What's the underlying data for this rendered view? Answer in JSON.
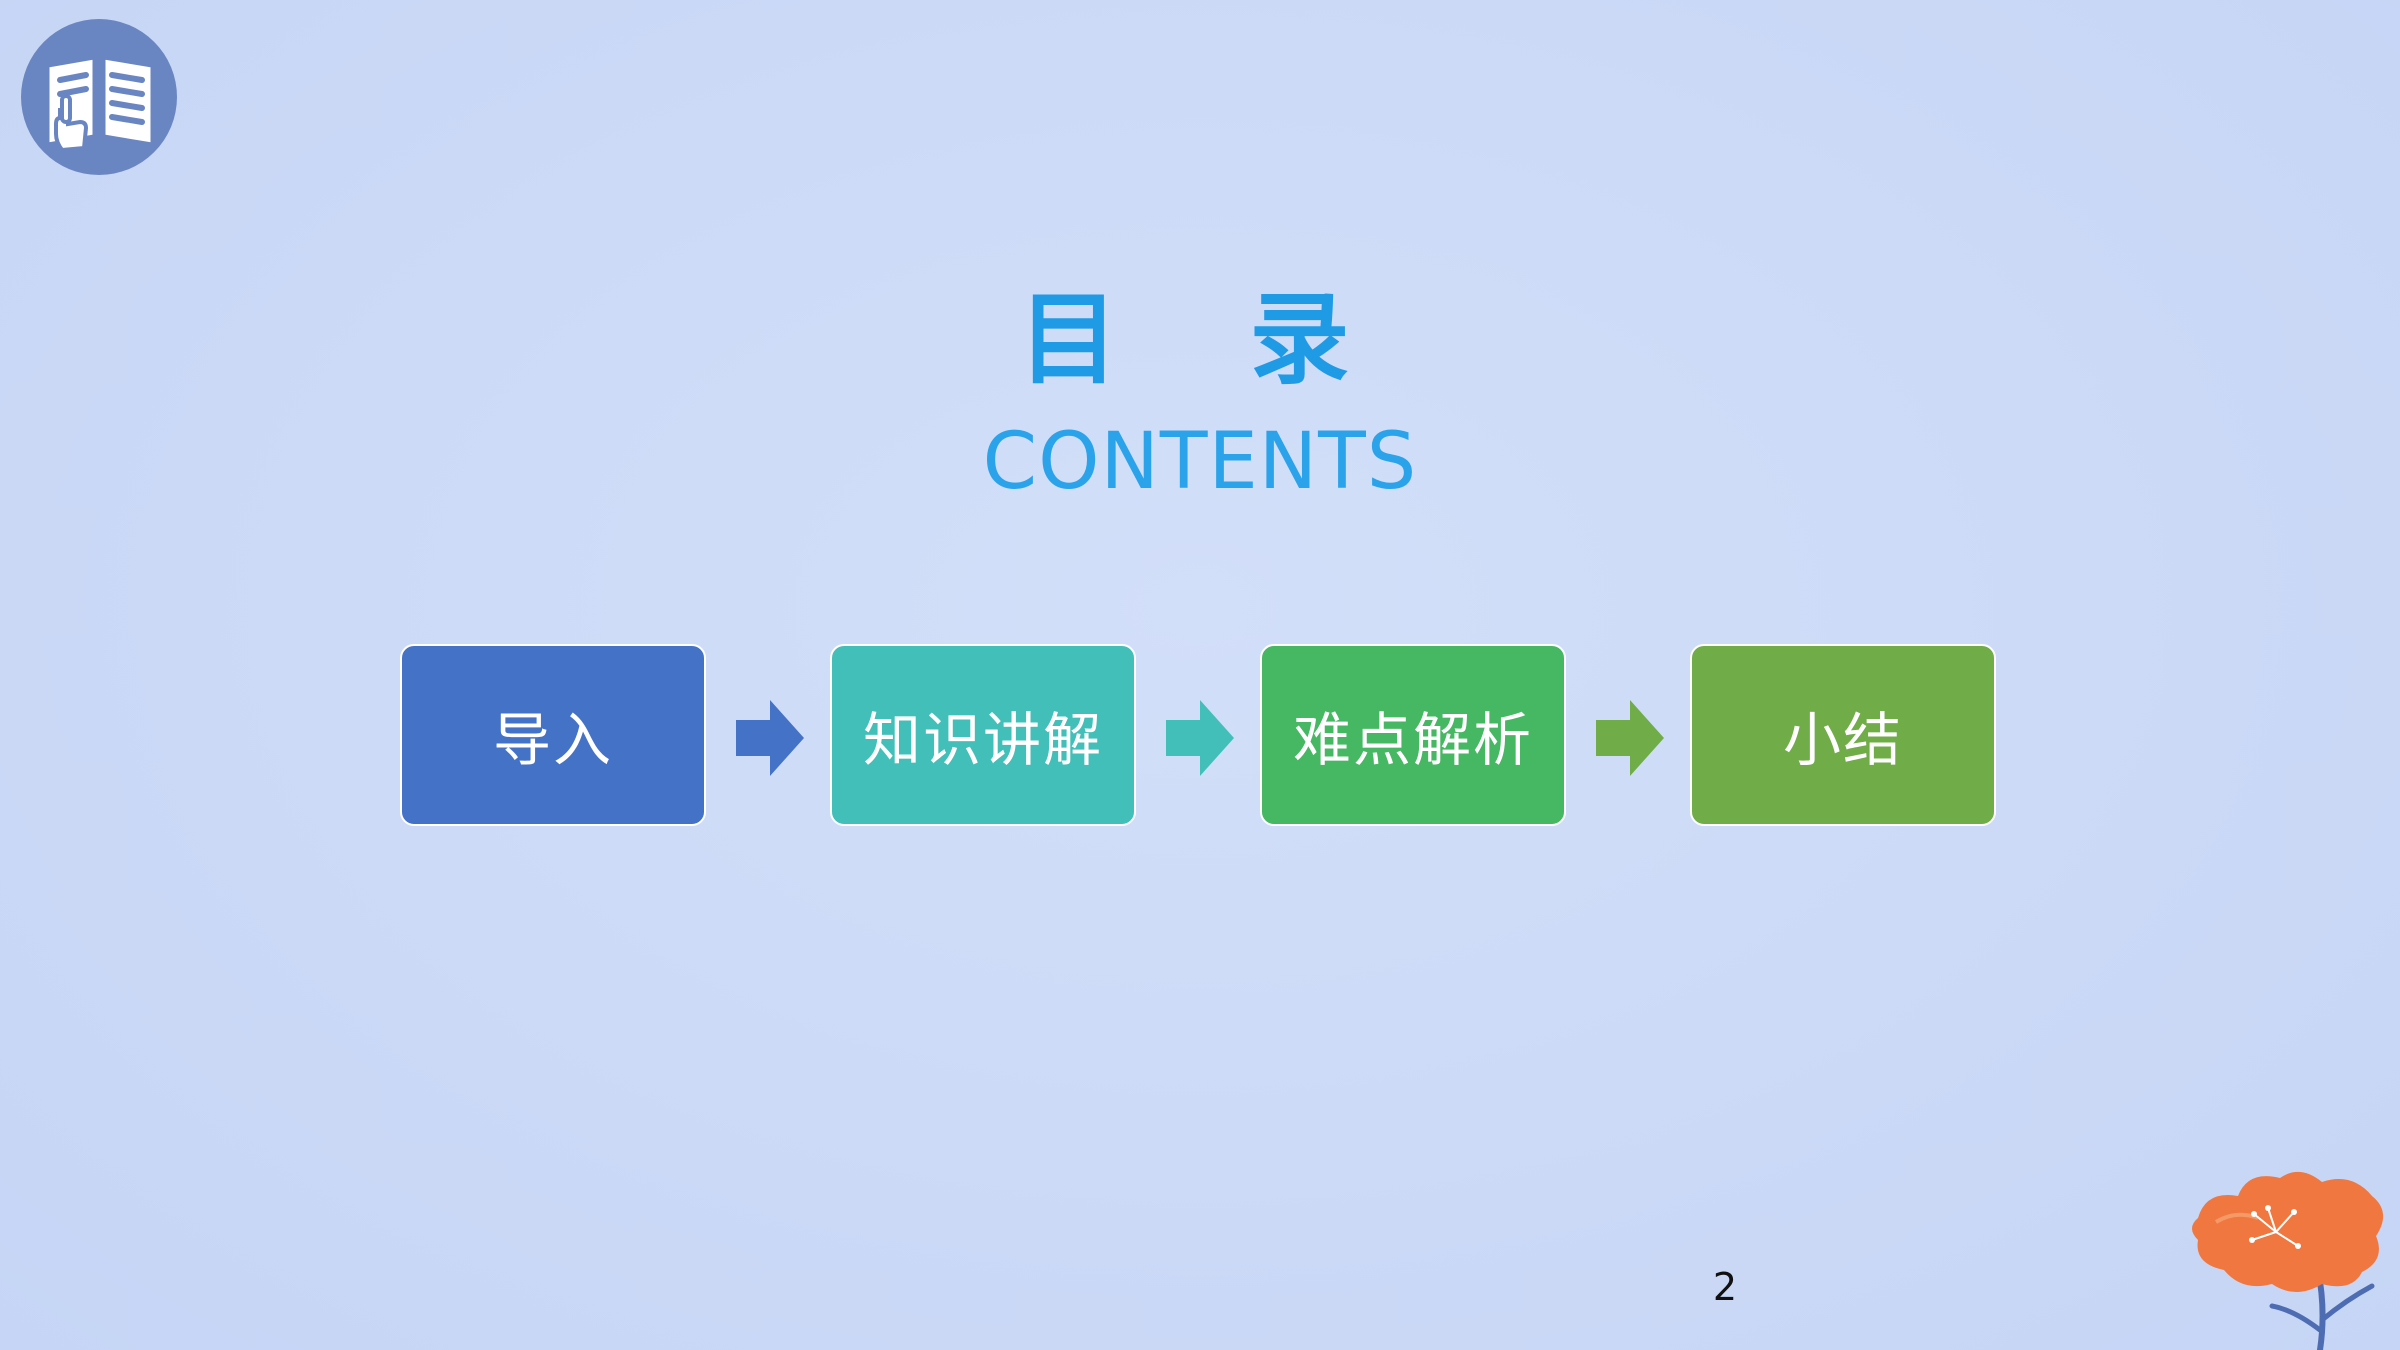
{
  "slide": {
    "title_cn": "目 录",
    "title_en": "CONTENTS",
    "page_number": "2"
  },
  "flow": {
    "steps": [
      {
        "label": "导入",
        "color": "#4472c6"
      },
      {
        "label": "知识讲解",
        "color": "#43bfb9"
      },
      {
        "label": "难点解析",
        "color": "#46b762"
      },
      {
        "label": "小结",
        "color": "#70ac47"
      }
    ],
    "arrow_colors": [
      "#4472c6",
      "#43bfb9",
      "#70ac47"
    ]
  },
  "icons": {
    "logo": "open-book-pointing-hand-icon",
    "decoration": "orange-flower-icon"
  },
  "colors": {
    "background": "#ccdaf7",
    "title": "#1f9be6",
    "logo_circle": "#6a86c2"
  }
}
